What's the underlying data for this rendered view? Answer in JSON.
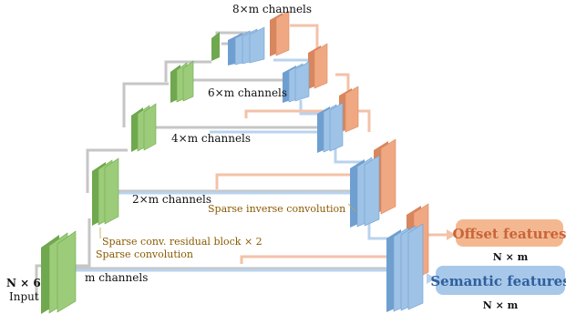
{
  "labels": {
    "channels_8m": "8×m channels",
    "channels_6m": "6×m channels",
    "channels_4m": "4×m channels",
    "channels_2m": "2×m channels",
    "channels_m": "m channels",
    "input_size": "N × 6",
    "input": "Input",
    "sparse_inverse_conv": "Sparse inverse convolution",
    "sparse_residual": "Sparse conv. residual block × 2",
    "sparse_conv": "Sparse convolution",
    "offset_features": "Offset features",
    "offset_size": "N × m",
    "semantic_features": "Semantic features",
    "semantic_size": "N × m"
  },
  "colors": {
    "green": "#9ccc7a",
    "green_dark": "#6fa84e",
    "blue": "#9ec3e6",
    "blue_dark": "#6f9fd0",
    "orange": "#f0a883",
    "orange_dark": "#d8865e",
    "gray_line": "#c6c6c6",
    "blue_line": "#b9d3ee",
    "orange_line": "#f3c2a8",
    "offset_box": "#f4b891",
    "offset_text": "#c9643a",
    "semantic_box": "#a8c8ea",
    "semantic_text": "#2f5f9c",
    "gold_text": "#8a5a00"
  }
}
